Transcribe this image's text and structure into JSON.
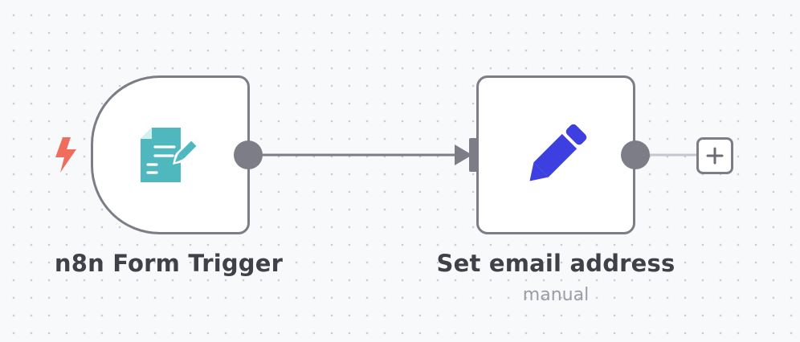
{
  "workflow": {
    "nodes": [
      {
        "name": "n8n Form Trigger",
        "subtitle": "",
        "icon": "form-document-pencil-icon",
        "icon_color": "#4fb7be",
        "is_trigger": true
      },
      {
        "name": "Set email address",
        "subtitle": "manual",
        "icon": "pencil-icon",
        "icon_color": "#3d3fe0",
        "is_trigger": false
      }
    ],
    "trigger_indicator_icon": "lightning-bolt-icon",
    "trigger_indicator_color": "#ee6d5c",
    "add_node_icon": "plus-icon"
  },
  "colors": {
    "canvas_bg": "#f8f9fb",
    "node_border": "#7d7d87",
    "connection": "#7d7d87",
    "label_text": "#3f4048",
    "subtitle_text": "#9a9ca6"
  }
}
